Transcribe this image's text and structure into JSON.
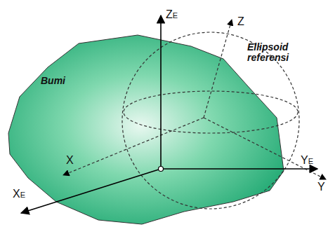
{
  "diagram": {
    "labels": [
      "ZE",
      "Z",
      "Ellipsoid referensi",
      "Bumi",
      "YE",
      "X",
      "XE",
      "Y"
    ]
  }
}
